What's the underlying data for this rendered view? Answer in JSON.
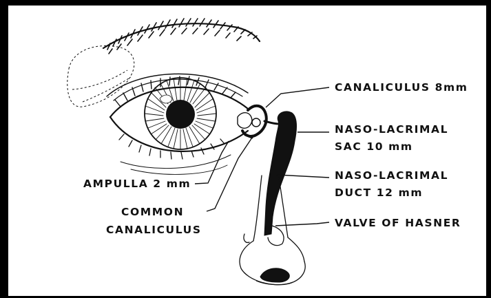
{
  "labels": {
    "canaliculus": "CANALICULUS 8mm",
    "sac_line1": "NASO-LACRIMAL",
    "sac_line2": "SAC  10 mm",
    "duct_line1": "NASO-LACRIMAL",
    "duct_line2": "DUCT  12 mm",
    "valve": "VALVE OF HASNER",
    "ampulla": "AMPULLA 2 mm",
    "common_line1": "COMMON",
    "common_line2": "CANALICULUS"
  },
  "colors": {
    "background": "#000000",
    "panel": "#ffffff",
    "ink": "#111111"
  }
}
